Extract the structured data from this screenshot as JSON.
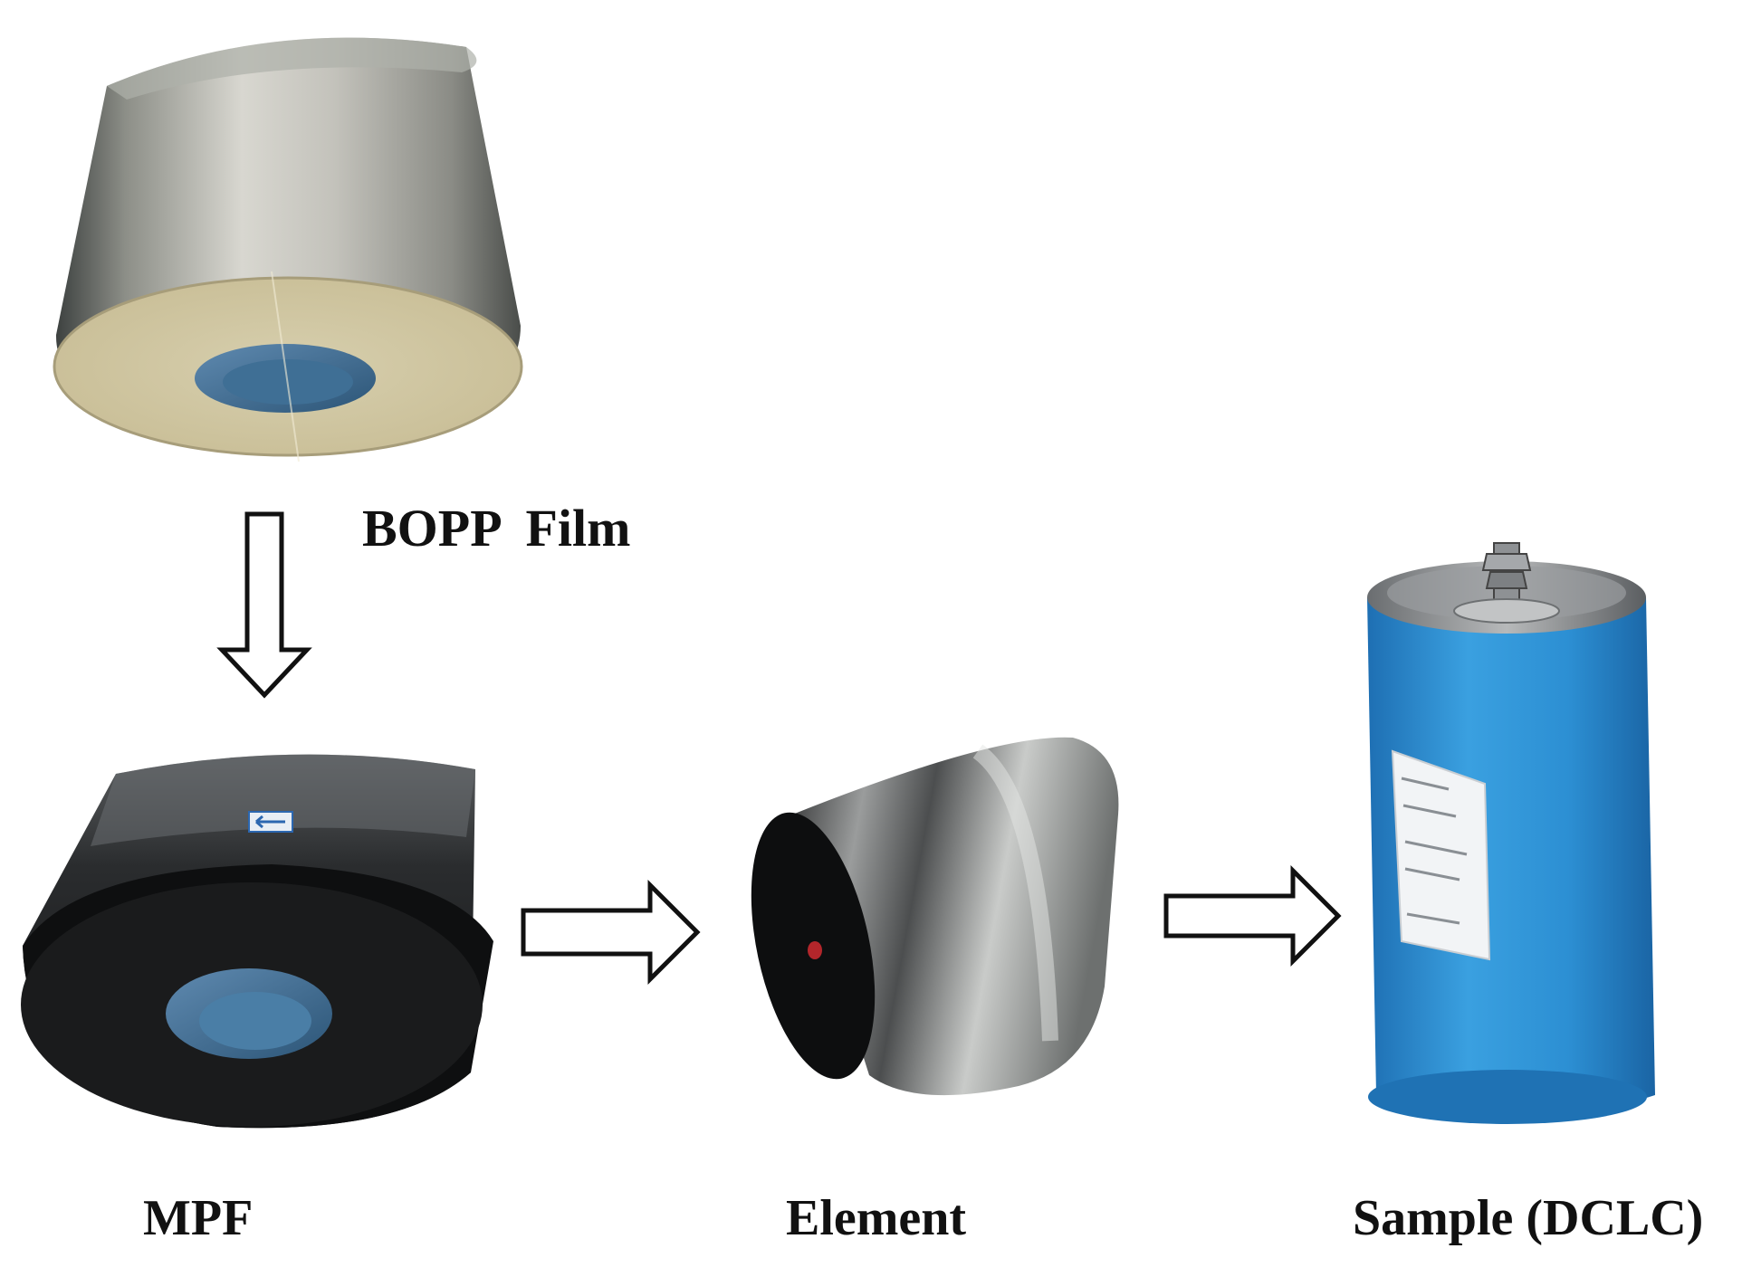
{
  "labels": {
    "bopp_film": "BOPP  Film",
    "mpf": "MPF",
    "element": "Element",
    "sample": "Sample (DCLC)"
  },
  "steps": [
    "BOPP Film",
    "MPF",
    "Element",
    "Sample (DCLC)"
  ],
  "colors": {
    "arrow_stroke": "#111111",
    "arrow_fill": "#ffffff",
    "capacitor_blue": "#2f8fd2",
    "metallized_dark": "#1b1d1f",
    "film_clear": "#d9d6c3",
    "label_text": "#111111"
  }
}
